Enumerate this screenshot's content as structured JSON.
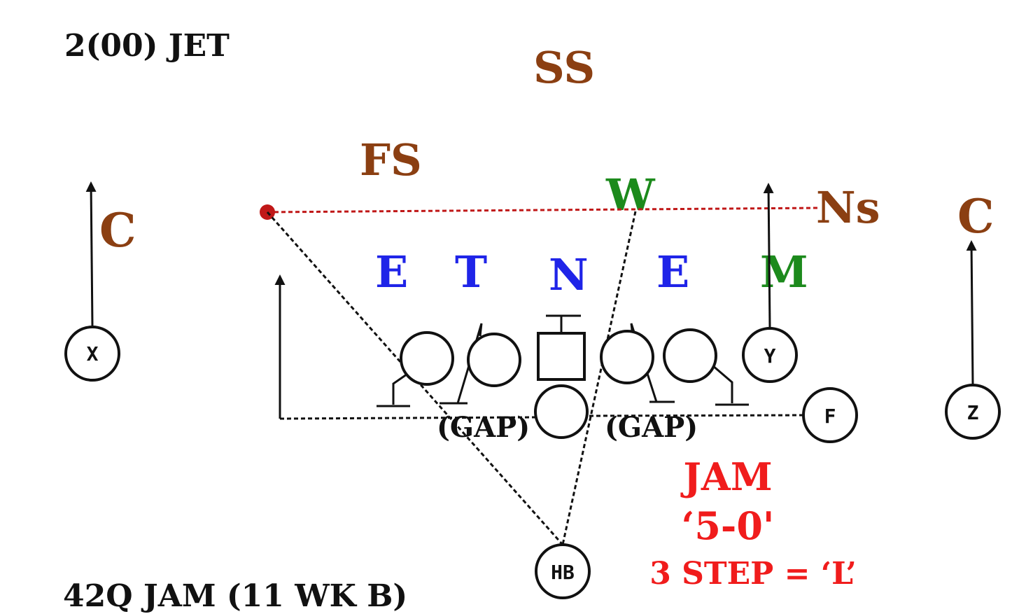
{
  "formation": "2(00) JET",
  "play_call": "42Q JAM (11 WK B)",
  "colors": {
    "ink": "#111111",
    "secondary": "#8B3F12",
    "line_defender": "#1F24E8",
    "linebacker": "#1C8A1C",
    "call": "#F01C1C",
    "motion_path": "#C01818"
  },
  "defense": {
    "strong_safety": "SS",
    "free_safety": "FS",
    "corner_left": "C",
    "corner_right": "C",
    "weak_lb": "W",
    "nickel": "Ns",
    "mike_lb": "M",
    "end_left": "E",
    "tackle": "T",
    "nose": "N",
    "end_right": "E"
  },
  "offense": {
    "x": "X",
    "y": "Y",
    "f": "F",
    "z": "Z",
    "hb": "HB"
  },
  "gap_left": "(GAP)",
  "gap_right": "(GAP)",
  "call_box": {
    "line1": "JAM",
    "line2": "‘5-0'",
    "line3": "3 STEP = ‘L’"
  }
}
